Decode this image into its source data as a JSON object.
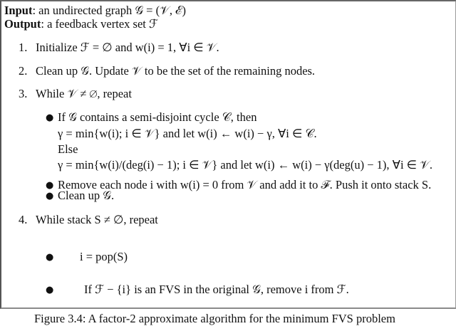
{
  "header": {
    "input_label": "Input",
    "input_text": ": an undirected graph 𝒢 = (𝒱, ℰ)",
    "output_label": "Output",
    "output_text": ": a feedback vertex set ℱ"
  },
  "steps": [
    {
      "num": "1.",
      "text": "Initialize ℱ = ∅ and w(i) = 1,  ∀i ∈ 𝒱."
    },
    {
      "num": "2.",
      "text": "Clean up 𝒢. Update 𝒱 to be the set of the remaining nodes."
    },
    {
      "num": "3.",
      "text": "While 𝒱 ≠ ∅, repeat"
    },
    {
      "num": "4.",
      "text": "While stack S ≠ ∅, repeat"
    }
  ],
  "step3_bullets": {
    "b1_line1": "If 𝒢 contains a semi-disjoint cycle 𝒞, then",
    "b1_line2": "γ = min{w(i); i ∈ 𝒱} and let w(i) ← w(i) − γ, ∀i ∈ 𝒞.",
    "b1_line3": "Else",
    "b1_line4": "γ = min{w(i)/(deg(i) − 1); i ∈ 𝒱} and let w(i) ← w(i) − γ(deg(u) − 1), ∀i ∈ 𝒱.",
    "b2": "Remove each node i with w(i) = 0 from 𝒱 and add it to ℱ. Push it onto stack S.",
    "b3": "Clean up 𝒢."
  },
  "step4_bullets": {
    "b1": "i = pop(S)",
    "b2": "If ℱ − {i} is an FVS in the original 𝒢, remove i from ℱ."
  },
  "bullet_glyph": "●",
  "caption": "Figure 3.4: A factor-2 approximate algorithm for the minimum FVS problem"
}
